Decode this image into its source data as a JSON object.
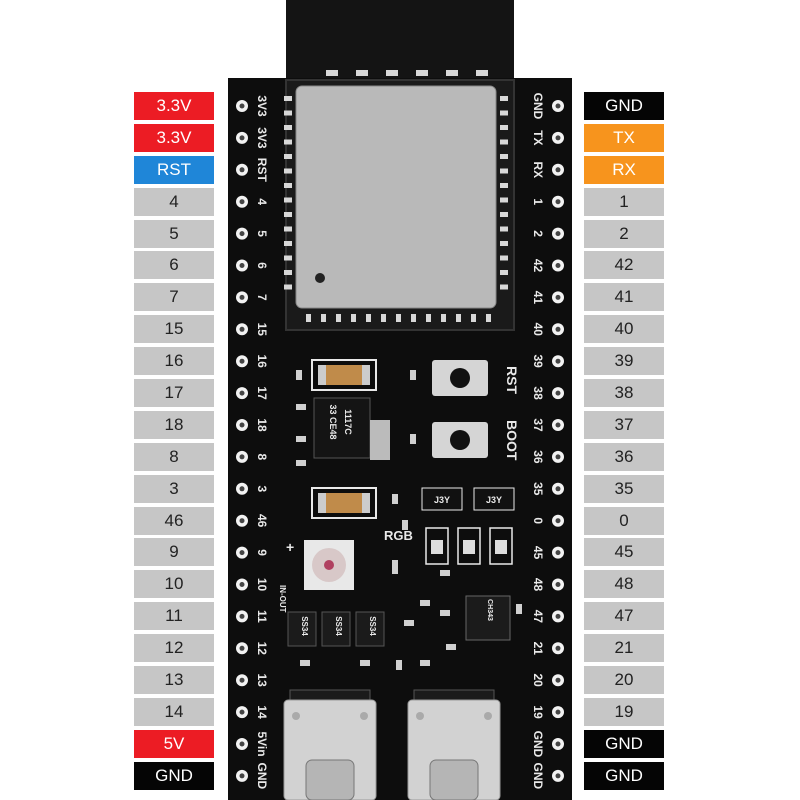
{
  "left_labels": [
    {
      "text": "3.3V",
      "kind": "red"
    },
    {
      "text": "3.3V",
      "kind": "red"
    },
    {
      "text": "RST",
      "kind": "blue"
    },
    {
      "text": "4",
      "kind": "gray"
    },
    {
      "text": "5",
      "kind": "gray"
    },
    {
      "text": "6",
      "kind": "gray"
    },
    {
      "text": "7",
      "kind": "gray"
    },
    {
      "text": "15",
      "kind": "gray"
    },
    {
      "text": "16",
      "kind": "gray"
    },
    {
      "text": "17",
      "kind": "gray"
    },
    {
      "text": "18",
      "kind": "gray"
    },
    {
      "text": "8",
      "kind": "gray"
    },
    {
      "text": "3",
      "kind": "gray"
    },
    {
      "text": "46",
      "kind": "gray"
    },
    {
      "text": "9",
      "kind": "gray"
    },
    {
      "text": "10",
      "kind": "gray"
    },
    {
      "text": "11",
      "kind": "gray"
    },
    {
      "text": "12",
      "kind": "gray"
    },
    {
      "text": "13",
      "kind": "gray"
    },
    {
      "text": "14",
      "kind": "gray"
    },
    {
      "text": "5V",
      "kind": "red"
    },
    {
      "text": "GND",
      "kind": "black"
    }
  ],
  "right_labels": [
    {
      "text": "GND",
      "kind": "black"
    },
    {
      "text": "TX",
      "kind": "orange"
    },
    {
      "text": "RX",
      "kind": "orange"
    },
    {
      "text": "1",
      "kind": "gray"
    },
    {
      "text": "2",
      "kind": "gray"
    },
    {
      "text": "42",
      "kind": "gray"
    },
    {
      "text": "41",
      "kind": "gray"
    },
    {
      "text": "40",
      "kind": "gray"
    },
    {
      "text": "39",
      "kind": "gray"
    },
    {
      "text": "38",
      "kind": "gray"
    },
    {
      "text": "37",
      "kind": "gray"
    },
    {
      "text": "36",
      "kind": "gray"
    },
    {
      "text": "35",
      "kind": "gray"
    },
    {
      "text": "0",
      "kind": "gray"
    },
    {
      "text": "45",
      "kind": "gray"
    },
    {
      "text": "48",
      "kind": "gray"
    },
    {
      "text": "47",
      "kind": "gray"
    },
    {
      "text": "21",
      "kind": "gray"
    },
    {
      "text": "20",
      "kind": "gray"
    },
    {
      "text": "19",
      "kind": "gray"
    },
    {
      "text": "GND",
      "kind": "black"
    },
    {
      "text": "GND",
      "kind": "black"
    }
  ],
  "board": {
    "left_silk": [
      "3V3",
      "3V3",
      "RST",
      "4",
      "5",
      "6",
      "7",
      "15",
      "16",
      "17",
      "18",
      "8",
      "3",
      "46",
      "9",
      "10",
      "11",
      "12",
      "13",
      "14",
      "5Vin",
      "GND"
    ],
    "right_silk": [
      "GND",
      "TX",
      "RX",
      "1",
      "2",
      "42",
      "41",
      "40",
      "39",
      "38",
      "37",
      "36",
      "35",
      "0",
      "45",
      "48",
      "47",
      "21",
      "20",
      "19",
      "GND",
      "GND"
    ],
    "rst_label": "RST",
    "boot_label": "BOOT",
    "rgb_label": "RGB",
    "ldo_marking": "1117C",
    "ldo_code": "33 CE48",
    "transistor_marking": "J3Y",
    "diode_marking": "SS34",
    "in_out_label": "IN-OUT",
    "plus_sign": "+",
    "chip_marking": "CH343",
    "colors": {
      "pcb": "#0d0d0d",
      "silkscreen": "#e9e9e9",
      "shield": "#b9b9b9",
      "antenna": "#141414",
      "red": "#ec1c24",
      "blue": "#1f86d8",
      "orange": "#f7941d",
      "gray": "#c6c6c6"
    }
  }
}
